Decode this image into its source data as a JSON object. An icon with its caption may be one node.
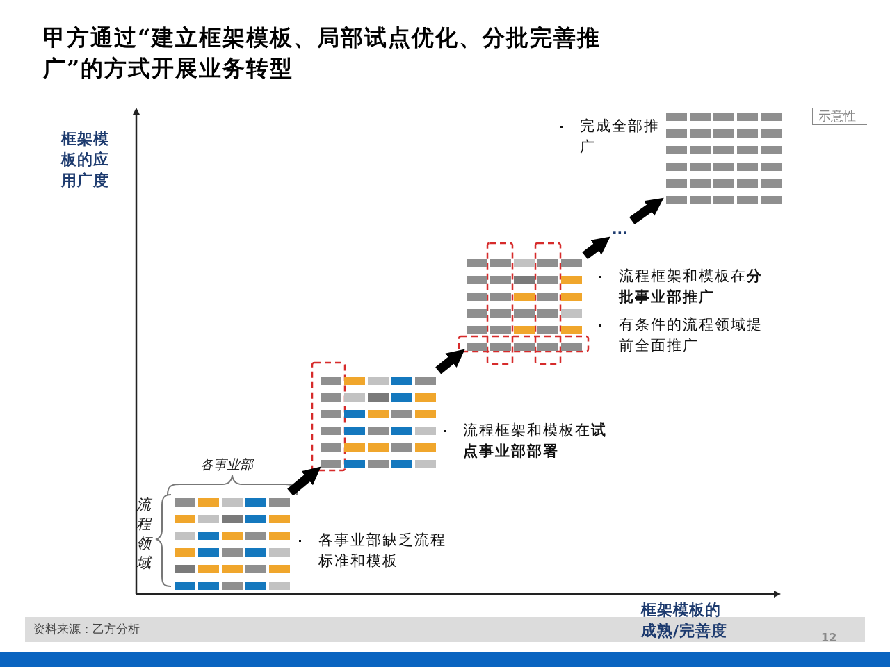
{
  "diagram": {
    "title": "甲方通过“建立框架模板、局部试点优化、分批完善推广”的方式开展业务转型",
    "nodes": [
      {
        "text": [],
        "shape": "picture",
        "beside": [
          "各事业部",
          "流程领域",
          "各事业部缺乏流程标准和模板"
        ]
      },
      {
        "text": [],
        "shape": "picture",
        "beside": [
          "流程框架和模板在**试点事业部部署**"
        ]
      },
      {
        "text": [],
        "shape": "picture",
        "beside": [
          "流程框架和模板在**分批事业部推广**",
          "有条件的流程领域提前全面推广"
        ]
      },
      {
        "text": [
          "..."
        ]
      },
      {
        "text": [],
        "shape": "picture",
        "beside": [
          "完成全部推广"
        ]
      }
    ],
    "edges": [
      {
        "from": 0,
        "to": 1,
        "arrow": "to"
      },
      {
        "from": 1,
        "to": 2,
        "arrow": "to"
      },
      {
        "from": 2,
        "to": 3,
        "arrow": "to"
      },
      {
        "from": 3,
        "to": 4,
        "arrow": "to"
      }
    ],
    "labels": [
      "示意性",
      "框架模板的应用广度",
      "框架模板的成熟/完善度",
      "资料来源：乙方分析",
      "12"
    ]
  }
}
